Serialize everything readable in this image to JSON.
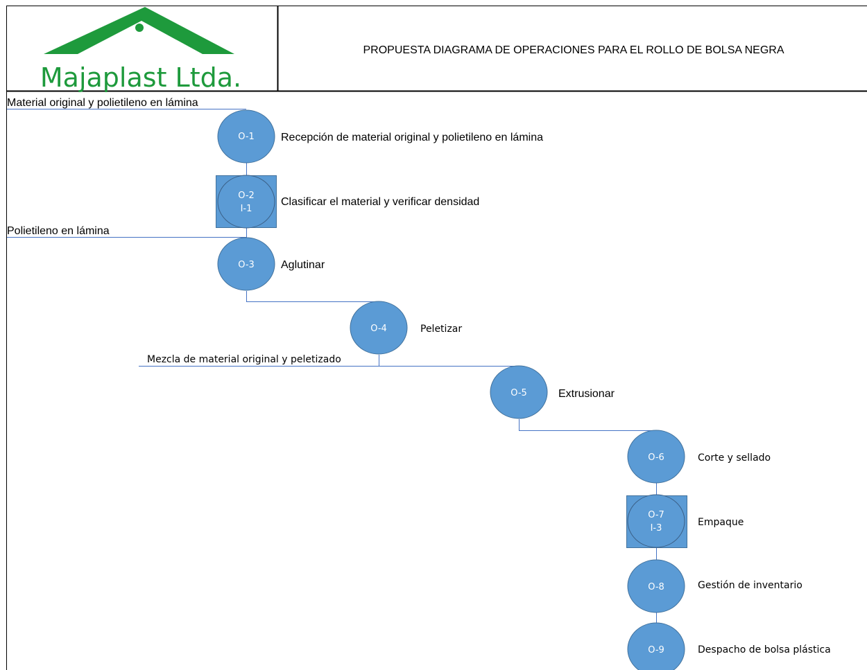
{
  "header": {
    "logo_text": "Majaplast Ltda.",
    "title": "PROPUESTA DIAGRAMA DE OPERACIONES PARA EL ROLLO DE BOLSA NEGRA"
  },
  "colors": {
    "node_fill": "#5b9bd5",
    "node_stroke": "#41719c",
    "connector": "#4472c4",
    "logo_green": "#1e9a3c"
  },
  "inputs": [
    {
      "id": "in-1",
      "label": "Material original y polietileno en lámina"
    },
    {
      "id": "in-2",
      "label": "Polietileno en lámina"
    },
    {
      "id": "in-3",
      "label": "Mezcla de material original y peletizado"
    }
  ],
  "steps": [
    {
      "id": "O-1",
      "labels": [
        "O-1"
      ],
      "combined": false,
      "text": "Recepción de material original y polietileno en lámina"
    },
    {
      "id": "O-2",
      "labels": [
        "O-2",
        "I-1"
      ],
      "combined": true,
      "text": "Clasificar el material y verificar densidad"
    },
    {
      "id": "O-3",
      "labels": [
        "O-3"
      ],
      "combined": false,
      "text": "Aglutinar"
    },
    {
      "id": "O-4",
      "labels": [
        "O-4"
      ],
      "combined": false,
      "text": "Peletizar"
    },
    {
      "id": "O-5",
      "labels": [
        "O-5"
      ],
      "combined": false,
      "text": "Extrusionar"
    },
    {
      "id": "O-6",
      "labels": [
        "O-6"
      ],
      "combined": false,
      "text": "Corte y sellado"
    },
    {
      "id": "O-7",
      "labels": [
        "O-7",
        "I-3"
      ],
      "combined": true,
      "text": "Empaque"
    },
    {
      "id": "O-8",
      "labels": [
        "O-8"
      ],
      "combined": false,
      "text": "Gestión de inventario"
    },
    {
      "id": "O-9",
      "labels": [
        "O-9"
      ],
      "combined": false,
      "text": "Despacho de bolsa plástica"
    }
  ]
}
